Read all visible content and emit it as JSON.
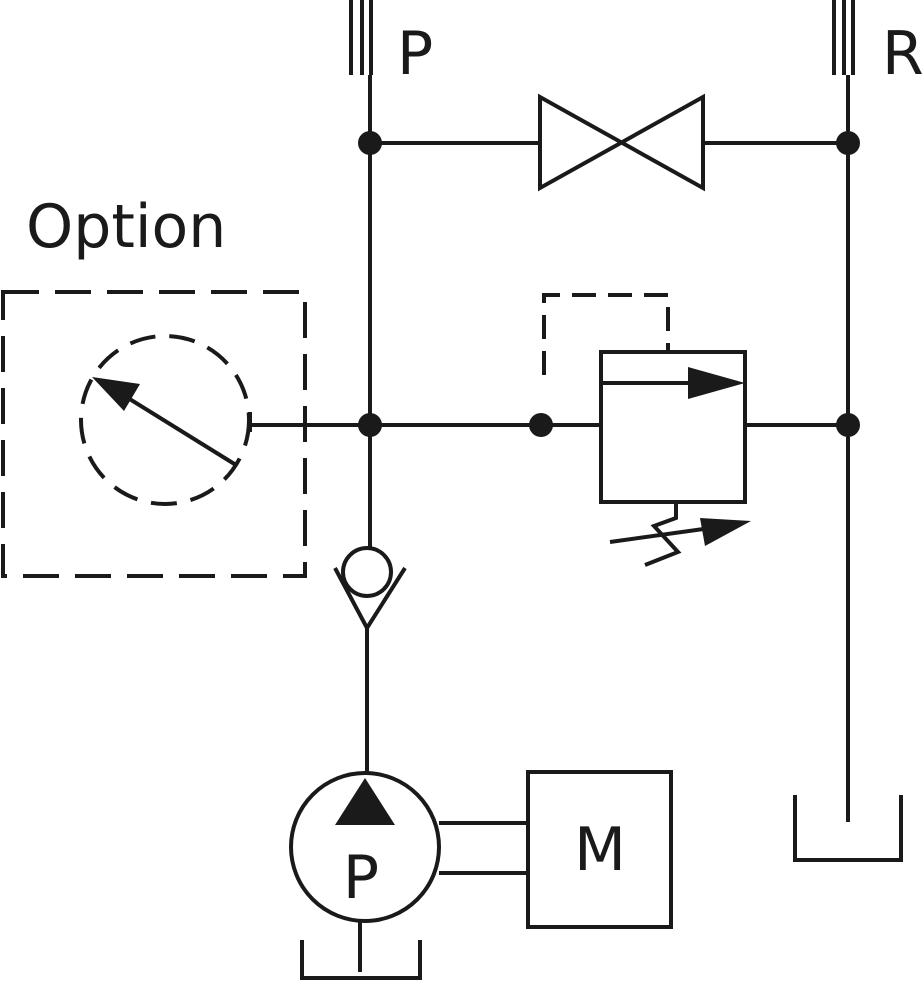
{
  "diagram": {
    "labels": {
      "port_p": "P",
      "port_r": "R",
      "option": "Option",
      "pump": "P",
      "motor": "M"
    },
    "colors": {
      "stroke": "#1a1a1a",
      "background": "#ffffff"
    }
  }
}
